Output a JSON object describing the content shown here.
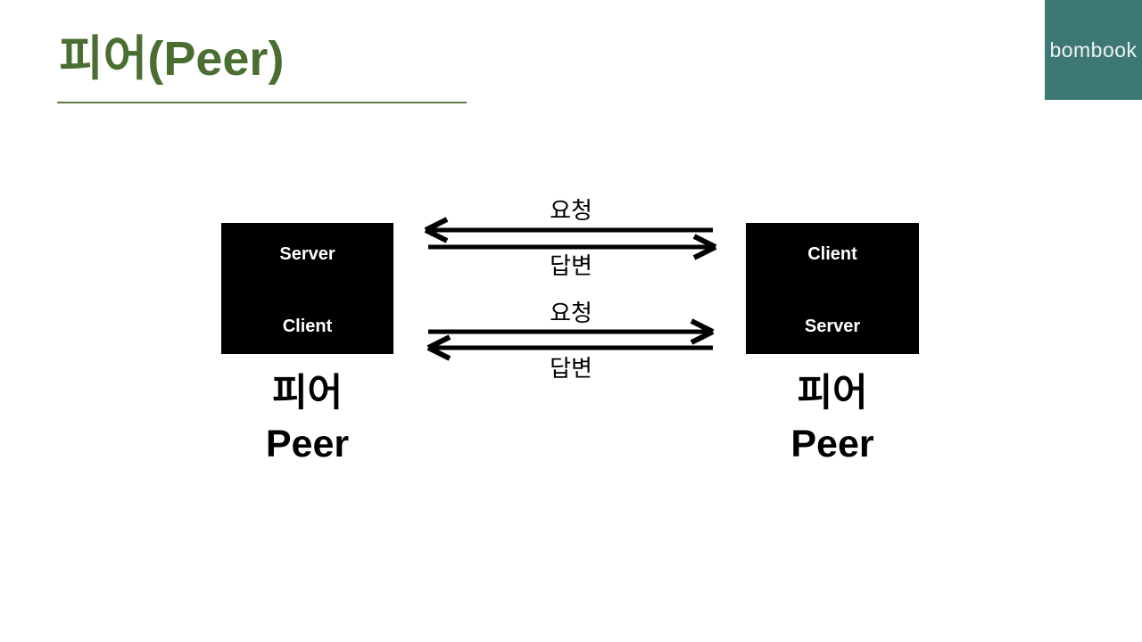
{
  "slide": {
    "title": "피어(Peer)",
    "logo_text": "bombook"
  },
  "diagram": {
    "left_peer": {
      "top_role": "Server",
      "bottom_role": "Client",
      "caption_ko": "피어",
      "caption_en": "Peer"
    },
    "right_peer": {
      "top_role": "Client",
      "bottom_role": "Server",
      "caption_ko": "피어",
      "caption_en": "Peer"
    },
    "exchanges": [
      {
        "request": "요청",
        "response": "답변",
        "request_direction": "left",
        "response_direction": "right"
      },
      {
        "request": "요청",
        "response": "답변",
        "request_direction": "right",
        "response_direction": "left"
      }
    ]
  },
  "colors": {
    "title_green": "#4a6e32",
    "underline_green": "#5d7a45",
    "logo_teal": "#3d7875",
    "box_black": "#000000",
    "box_text_white": "#ffffff",
    "arrow_black": "#000000"
  }
}
